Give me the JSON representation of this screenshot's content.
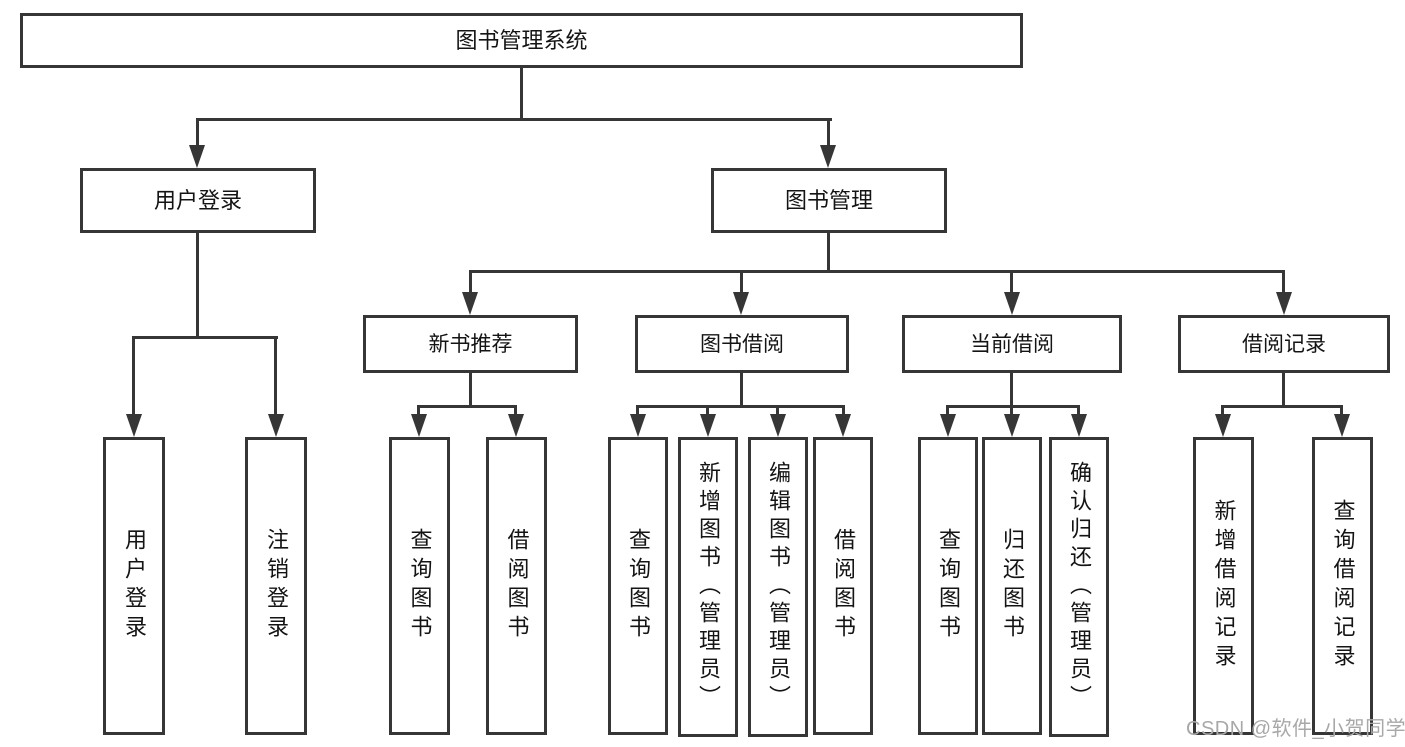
{
  "diagram_title": "图书管理系统",
  "tree": {
    "label": "图书管理系统",
    "children": [
      {
        "label": "用户登录",
        "children": [
          {
            "label": "用户登录"
          },
          {
            "label": "注销登录"
          }
        ]
      },
      {
        "label": "图书管理",
        "children": [
          {
            "label": "新书推荐",
            "children": [
              {
                "label": "查询图书"
              },
              {
                "label": "借阅图书"
              }
            ]
          },
          {
            "label": "图书借阅",
            "children": [
              {
                "label": "查询图书"
              },
              {
                "label": "新增图书（管理员）"
              },
              {
                "label": "编辑图书（管理员）"
              },
              {
                "label": "借阅图书"
              }
            ]
          },
          {
            "label": "当前借阅",
            "children": [
              {
                "label": "查询图书"
              },
              {
                "label": "归还图书"
              },
              {
                "label": "确认归还（管理员）"
              }
            ]
          },
          {
            "label": "借阅记录",
            "children": [
              {
                "label": "新增借阅记录"
              },
              {
                "label": "查询借阅记录"
              }
            ]
          }
        ]
      }
    ]
  },
  "watermark": "CSDN @软件_小贺同学",
  "colors": {
    "line": "#363636",
    "text": "#141414",
    "watermark_text": "#a8a8a8",
    "background": "#ffffff"
  }
}
